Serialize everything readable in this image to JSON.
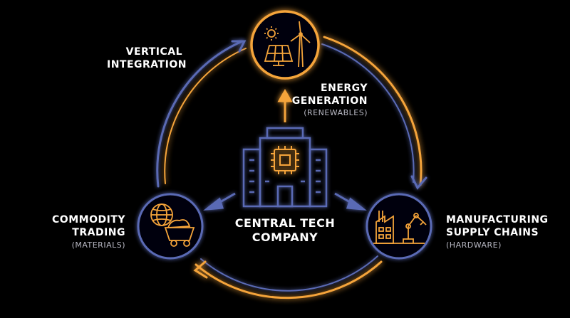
{
  "colors": {
    "background": "#000000",
    "orange": "#f5a43a",
    "blue": "#5a6ab5",
    "text": "#ffffff",
    "subtext": "#b9b9c4"
  },
  "cycle_label": [
    "VERTICAL",
    "INTEGRATION"
  ],
  "center": {
    "label": [
      "CENTRAL TECH",
      "COMPANY"
    ],
    "icon": "office-building-chip-icon"
  },
  "nodes": {
    "energy": {
      "title": [
        "ENERGY",
        "GENERATION"
      ],
      "subtitle": "(RENEWABLES)",
      "icon": "solar-panel-wind-turbine-icon"
    },
    "commodity": {
      "title": [
        "COMMODITY",
        "TRADING"
      ],
      "subtitle": "(MATERIALS)",
      "icon": "globe-mine-cart-icon"
    },
    "manufacturing": {
      "title": [
        "MANUFACTURING",
        "SUPPLY CHAINS"
      ],
      "subtitle": "(HARDWARE)",
      "icon": "factory-robot-arm-icon"
    }
  }
}
